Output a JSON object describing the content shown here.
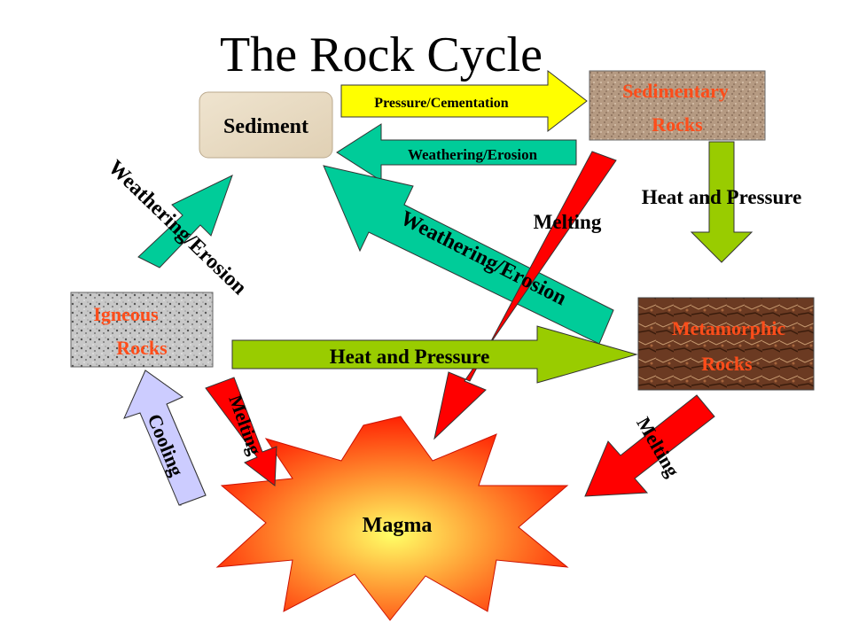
{
  "title": "The Rock Cycle",
  "nodes": {
    "sediment": "Sediment",
    "sedimentary": [
      "Sedimentary",
      "Rocks"
    ],
    "igneous": [
      "Igneous",
      "Rocks"
    ],
    "metamorphic": [
      "Metamorphic",
      "Rocks"
    ],
    "magma": "Magma"
  },
  "arrows": {
    "pressure_cementation": "Pressure/Cementation",
    "weathering_top": "Weathering/Erosion",
    "weathering_left": "Weathering/Erosion",
    "weathering_diag": "Weathering/Erosion",
    "melting_sed": "Melting",
    "heat_pressure_right": "Heat and Pressure",
    "heat_pressure_mid": "Heat and Pressure",
    "cooling": "Cooling",
    "melting_ign": "Melting",
    "melting_met": "Melting"
  },
  "colors": {
    "yellow_arrow": "#ffff00",
    "teal_arrow": "#00cc99",
    "green_arrow": "#99cc00",
    "red_arrow": "#ff0000",
    "lavender_arrow": "#ccccff",
    "label_orange": "#ff4d1a"
  }
}
